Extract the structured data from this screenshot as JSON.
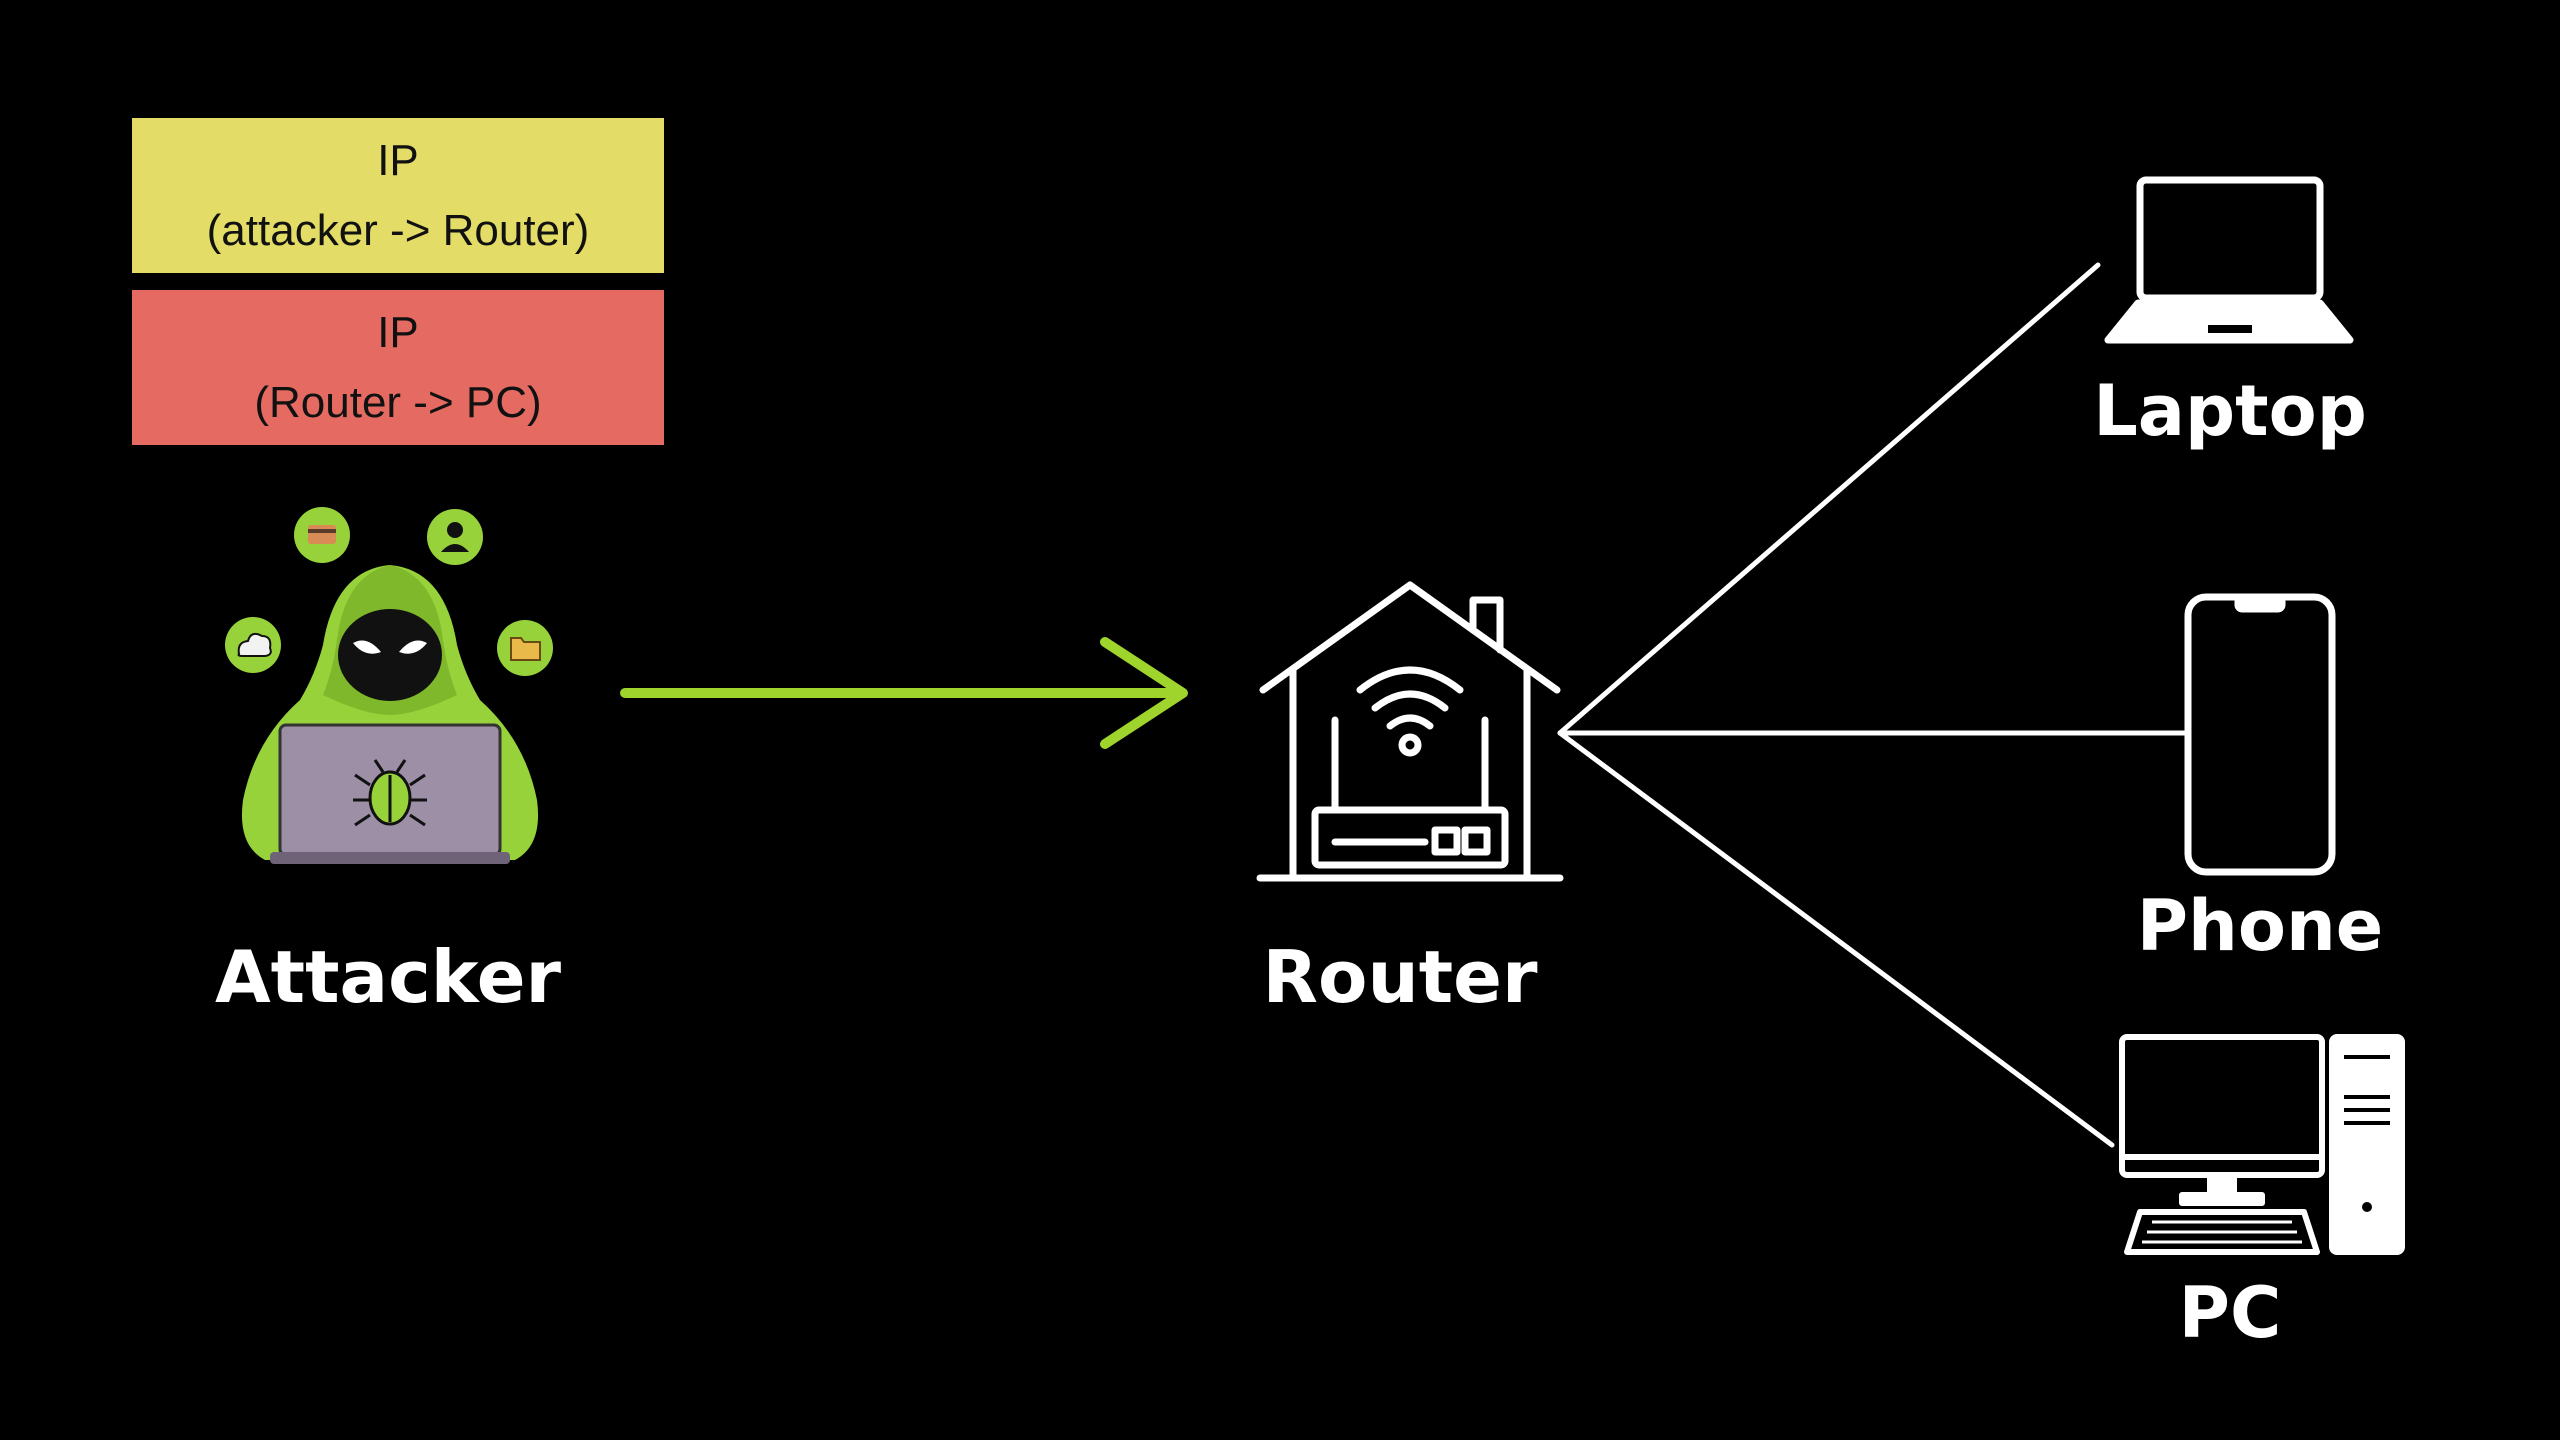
{
  "packets": {
    "outer": {
      "title": "IP",
      "route": "(attacker -> Router)",
      "color": "#e3dc66"
    },
    "inner": {
      "title": "IP",
      "route": "(Router -> PC)",
      "color": "#e56a62"
    }
  },
  "nodes": {
    "attacker": {
      "label": "Attacker",
      "icon": "hooded-hacker-icon"
    },
    "router": {
      "label": "Router",
      "icon": "home-wifi-router-icon"
    },
    "laptop": {
      "label": "Laptop",
      "icon": "laptop-icon"
    },
    "phone": {
      "label": "Phone",
      "icon": "smartphone-icon"
    },
    "pc": {
      "label": "PC",
      "icon": "desktop-pc-icon"
    }
  },
  "connections": {
    "attacker_to_router": {
      "color": "#9ed42c",
      "style": "arrow"
    },
    "router_to_devices": {
      "color": "#ffffff",
      "style": "line"
    }
  },
  "colors": {
    "background": "#000000",
    "hacker_green": "#98d23a",
    "laptop_grey": "#9d8fa6"
  }
}
